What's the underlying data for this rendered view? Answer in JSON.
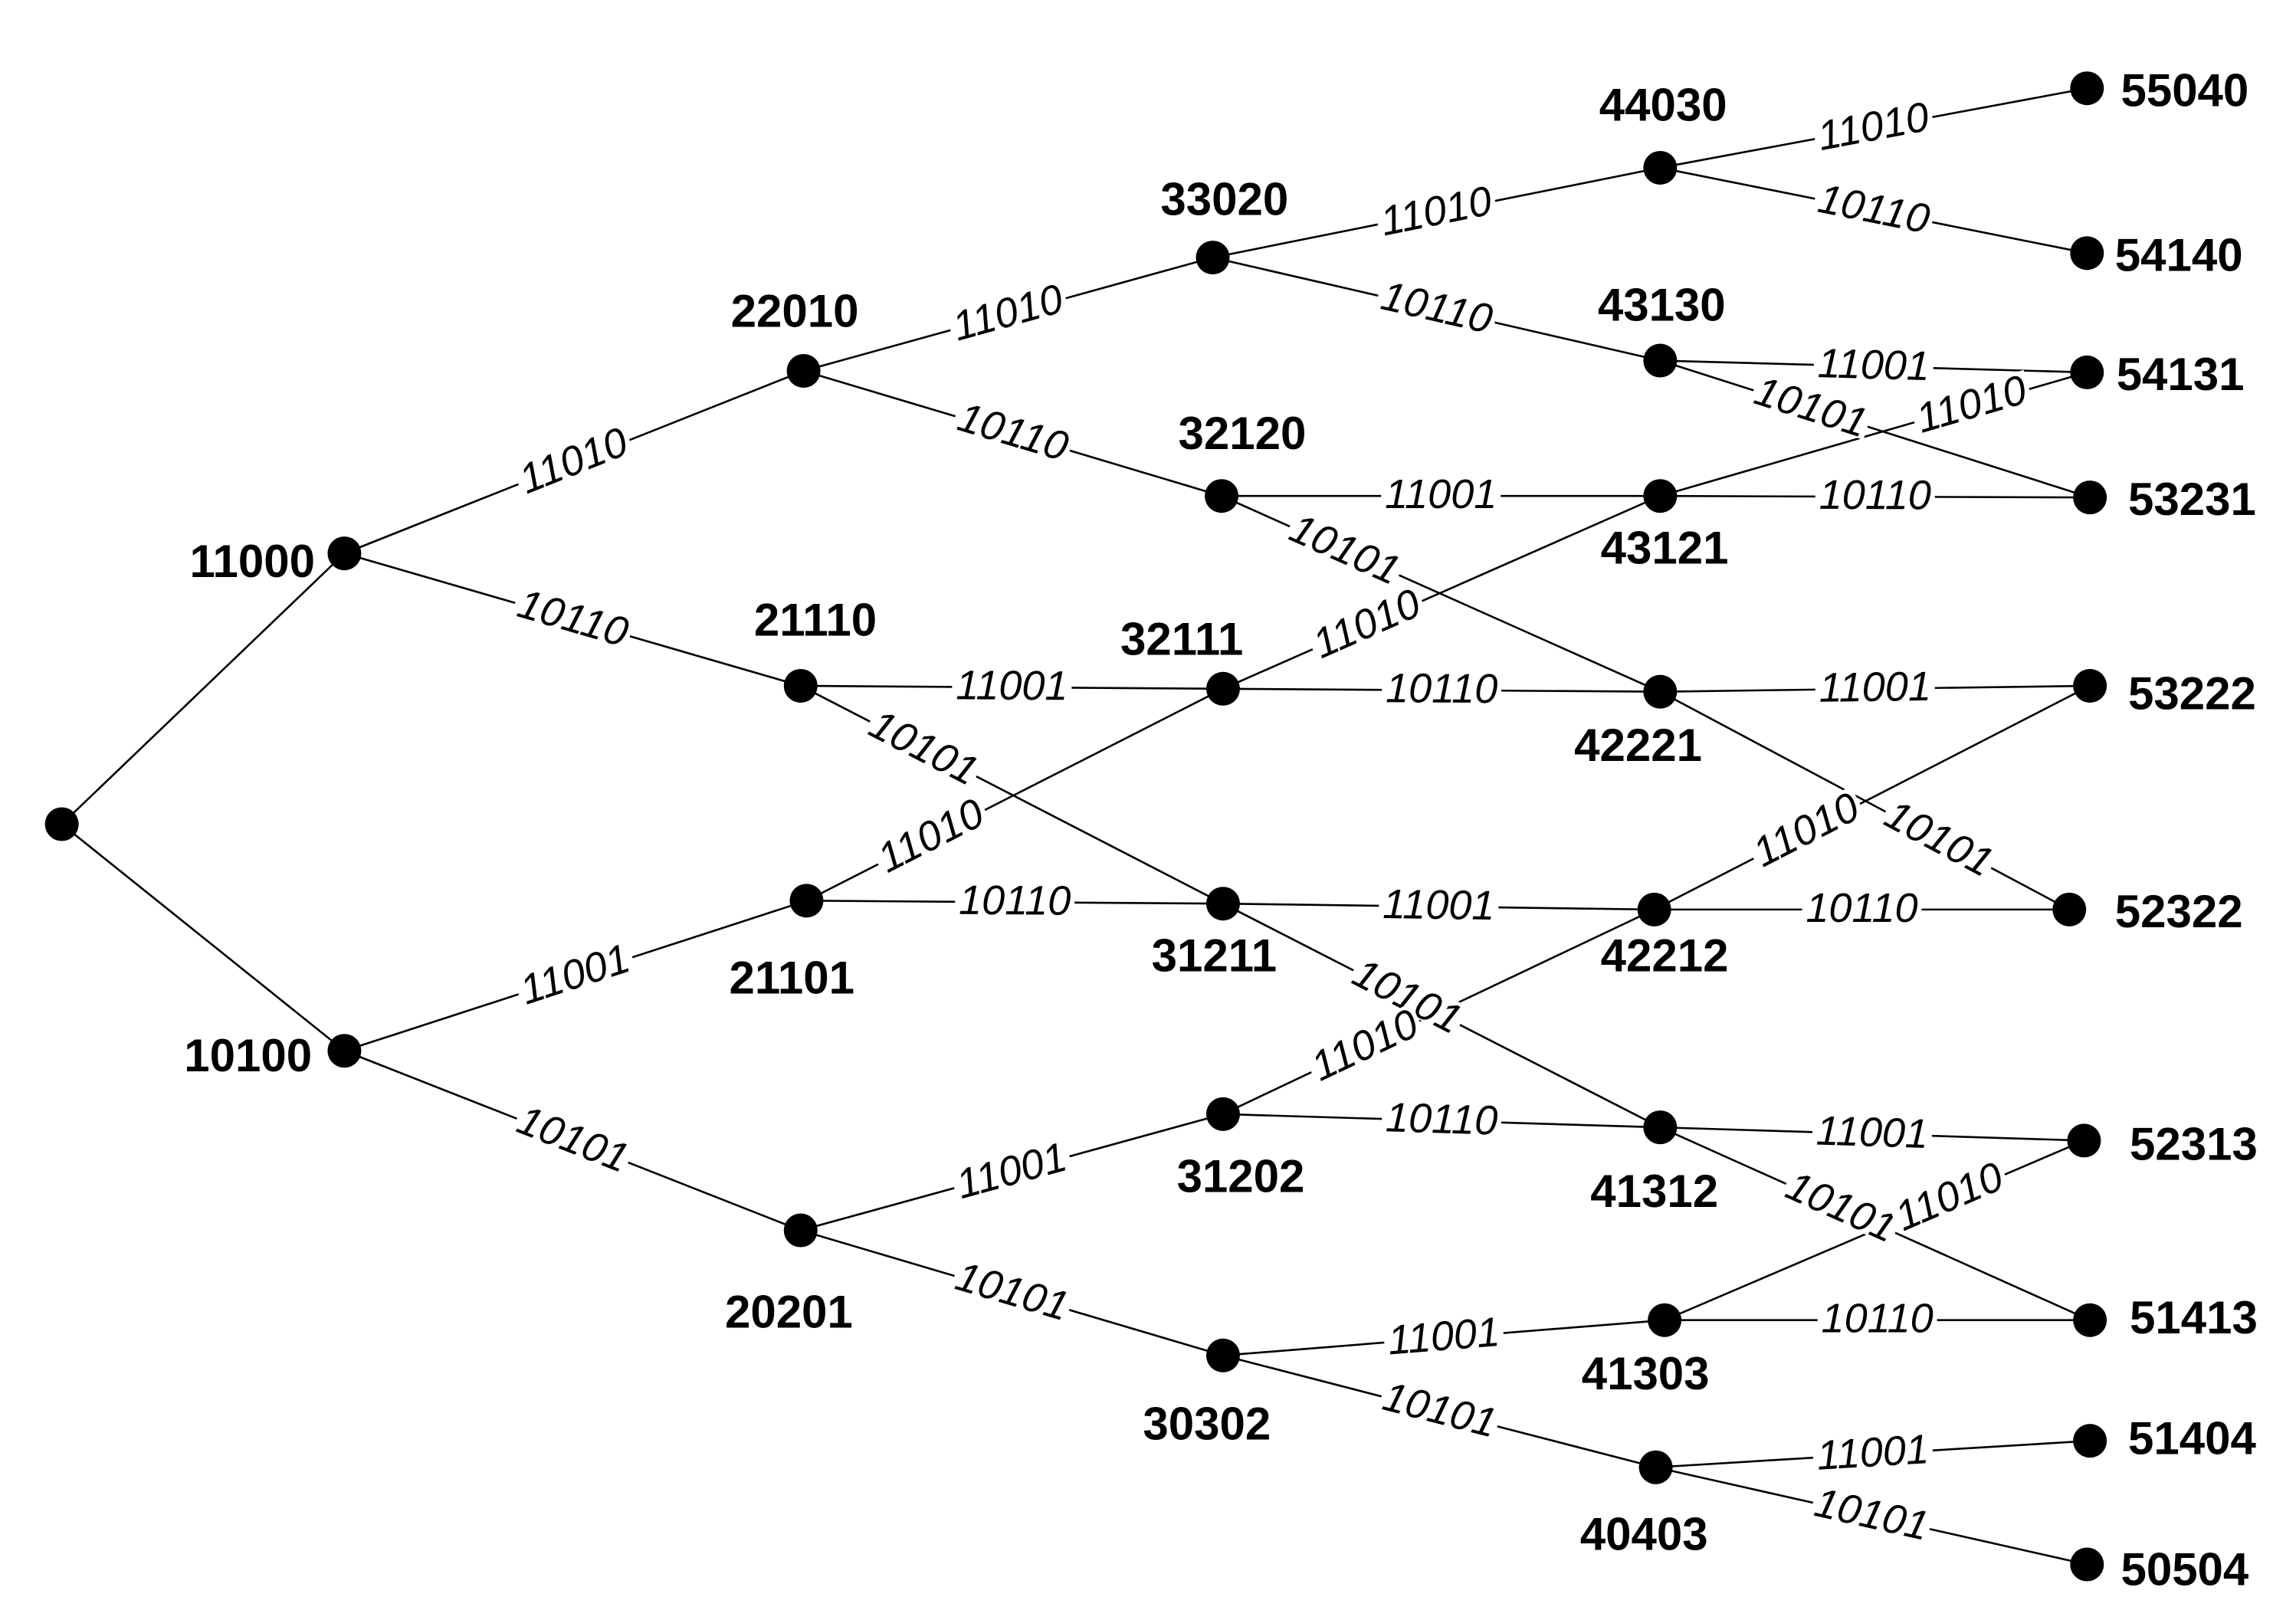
{
  "diagram": {
    "nodes": [
      {
        "id": "root",
        "label": ""
      },
      {
        "id": "n11000",
        "label": "11000"
      },
      {
        "id": "n10100",
        "label": "10100"
      },
      {
        "id": "n22010",
        "label": "22010"
      },
      {
        "id": "n21110",
        "label": "21110"
      },
      {
        "id": "n21101",
        "label": "21101"
      },
      {
        "id": "n20201",
        "label": "20201"
      },
      {
        "id": "n33020",
        "label": "33020"
      },
      {
        "id": "n32120",
        "label": "32120"
      },
      {
        "id": "n32111",
        "label": "32111"
      },
      {
        "id": "n31211",
        "label": "31211"
      },
      {
        "id": "n31202",
        "label": "31202"
      },
      {
        "id": "n30302",
        "label": "30302"
      },
      {
        "id": "n44030",
        "label": "44030"
      },
      {
        "id": "n43130",
        "label": "43130"
      },
      {
        "id": "n43121",
        "label": "43121"
      },
      {
        "id": "n42221",
        "label": "42221"
      },
      {
        "id": "n42212",
        "label": "42212"
      },
      {
        "id": "n41312",
        "label": "41312"
      },
      {
        "id": "n41303",
        "label": "41303"
      },
      {
        "id": "n40403",
        "label": "40403"
      },
      {
        "id": "n55040",
        "label": "55040"
      },
      {
        "id": "n54140",
        "label": "54140"
      },
      {
        "id": "n54131",
        "label": "54131"
      },
      {
        "id": "n53231",
        "label": "53231"
      },
      {
        "id": "n53222",
        "label": "53222"
      },
      {
        "id": "n52322",
        "label": "52322"
      },
      {
        "id": "n52313",
        "label": "52313"
      },
      {
        "id": "n51413",
        "label": "51413"
      },
      {
        "id": "n51404",
        "label": "51404"
      },
      {
        "id": "n50504",
        "label": "50504"
      }
    ],
    "edges": [
      {
        "from": "root",
        "to": "n11000",
        "label": ""
      },
      {
        "from": "root",
        "to": "n10100",
        "label": ""
      },
      {
        "from": "n11000",
        "to": "n22010",
        "label": "11010"
      },
      {
        "from": "n11000",
        "to": "n21110",
        "label": "10110"
      },
      {
        "from": "n10100",
        "to": "n21101",
        "label": "11001"
      },
      {
        "from": "n10100",
        "to": "n20201",
        "label": "10101"
      },
      {
        "from": "n22010",
        "to": "n33020",
        "label": "11010"
      },
      {
        "from": "n22010",
        "to": "n32120",
        "label": "10110"
      },
      {
        "from": "n21110",
        "to": "n32111",
        "label": "11001"
      },
      {
        "from": "n21110",
        "to": "n31211",
        "label": "10101"
      },
      {
        "from": "n21101",
        "to": "n32111",
        "label": "11010"
      },
      {
        "from": "n21101",
        "to": "n31211",
        "label": "10110"
      },
      {
        "from": "n20201",
        "to": "n31202",
        "label": "11001"
      },
      {
        "from": "n20201",
        "to": "n30302",
        "label": "10101"
      },
      {
        "from": "n33020",
        "to": "n44030",
        "label": "11010"
      },
      {
        "from": "n33020",
        "to": "n43130",
        "label": "10110"
      },
      {
        "from": "n32120",
        "to": "n43121",
        "label": "11001"
      },
      {
        "from": "n32120",
        "to": "n42221",
        "label": "10101"
      },
      {
        "from": "n32111",
        "to": "n43121",
        "label": "11010"
      },
      {
        "from": "n32111",
        "to": "n42221",
        "label": "10110"
      },
      {
        "from": "n31211",
        "to": "n42212",
        "label": "11001"
      },
      {
        "from": "n31211",
        "to": "n41312",
        "label": "10101"
      },
      {
        "from": "n31202",
        "to": "n42212",
        "label": "11010"
      },
      {
        "from": "n31202",
        "to": "n41312",
        "label": "10110"
      },
      {
        "from": "n30302",
        "to": "n41303",
        "label": "11001"
      },
      {
        "from": "n30302",
        "to": "n40403",
        "label": "10101"
      },
      {
        "from": "n44030",
        "to": "n55040",
        "label": "11010"
      },
      {
        "from": "n44030",
        "to": "n54140",
        "label": "10110"
      },
      {
        "from": "n43130",
        "to": "n54131",
        "label": "11001"
      },
      {
        "from": "n43130",
        "to": "n53231",
        "label": "10101"
      },
      {
        "from": "n43121",
        "to": "n54131",
        "label": "11010"
      },
      {
        "from": "n43121",
        "to": "n53231",
        "label": "10110"
      },
      {
        "from": "n42221",
        "to": "n53222",
        "label": "11001"
      },
      {
        "from": "n42221",
        "to": "n52322",
        "label": "10101"
      },
      {
        "from": "n42212",
        "to": "n53222",
        "label": "11010"
      },
      {
        "from": "n42212",
        "to": "n52322",
        "label": "10110"
      },
      {
        "from": "n41312",
        "to": "n52313",
        "label": "11001"
      },
      {
        "from": "n41312",
        "to": "n51413",
        "label": "10101"
      },
      {
        "from": "n41303",
        "to": "n52313",
        "label": "11010"
      },
      {
        "from": "n41303",
        "to": "n51413",
        "label": "10110"
      },
      {
        "from": "n40403",
        "to": "n51404",
        "label": "11001"
      },
      {
        "from": "n40403",
        "to": "n50504",
        "label": "10101"
      }
    ]
  }
}
